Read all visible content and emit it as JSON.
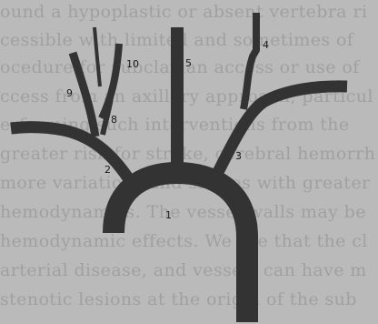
{
  "labels": {
    "l1": "1",
    "l2": "2",
    "l3": "3",
    "l4": "4",
    "l5": "5",
    "l6": "8",
    "l7": "9",
    "l8": "10"
  },
  "colors": {
    "background": "#bababa",
    "vessel": "#333333",
    "label": "#1a1a1a"
  }
}
